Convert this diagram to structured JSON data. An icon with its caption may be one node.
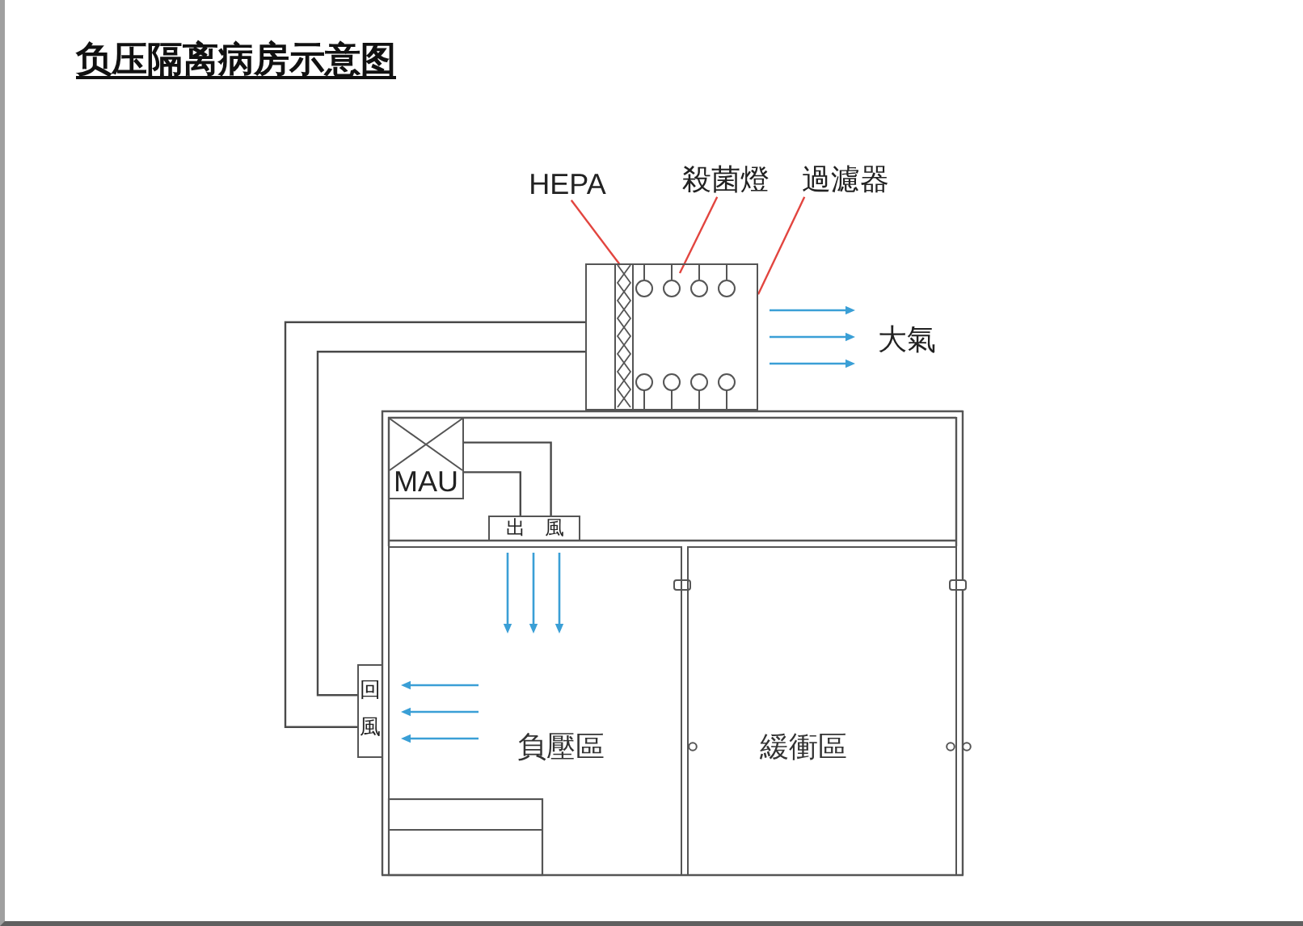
{
  "diagram": {
    "title": "负压隔离病房示意图",
    "nodes": [
      {
        "text": [
          "HEPA"
        ]
      },
      {
        "text": [
          "殺菌燈"
        ]
      },
      {
        "text": [
          "過濾器"
        ]
      },
      {
        "text": [],
        "shape": "box"
      },
      {
        "text": [],
        "shape": "box",
        "in": 3
      },
      {
        "text": [],
        "shape": "circle",
        "in": 3
      },
      {
        "text": [
          "MAU"
        ]
      },
      {
        "text": [
          "出風"
        ]
      },
      {
        "text": [
          "回風"
        ]
      },
      {
        "text": [
          "負壓區"
        ]
      },
      {
        "text": [
          "緩衝區"
        ]
      }
    ],
    "edges": [
      {
        "from": 0,
        "to": 4,
        "arrow": "none",
        "color": "#e2453f"
      },
      {
        "from": 1,
        "to": 5,
        "arrow": "none",
        "color": "#e2453f"
      },
      {
        "from": 2,
        "to": 3,
        "arrow": "none",
        "color": "#e2453f"
      },
      {
        "from": 6,
        "to": 7,
        "arrow": "none"
      },
      {
        "from": 6,
        "to": 7,
        "arrow": "none"
      },
      {
        "from": 8,
        "to": 3,
        "arrow": "none"
      },
      {
        "from": 8,
        "to": 3,
        "arrow": "none"
      }
    ],
    "labels": [
      "大氣"
    ]
  }
}
